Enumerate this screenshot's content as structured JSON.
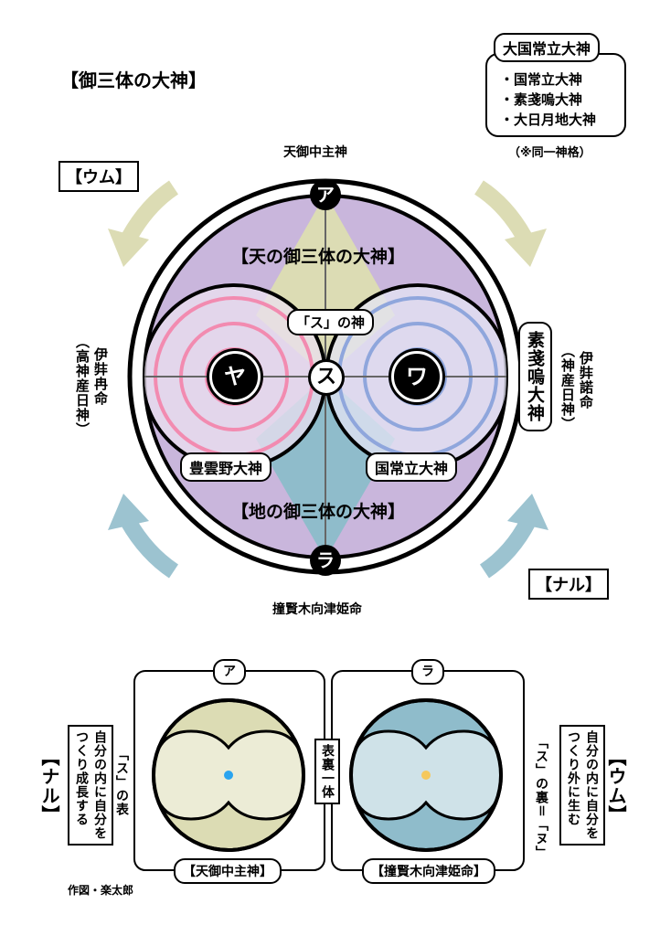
{
  "title": "【御三体の大神】",
  "legend": {
    "heading": "大国常立大神",
    "items": [
      "・国常立大神",
      "・素戔嗚大神",
      "・大日月地大神"
    ],
    "note": "（※同一神格）"
  },
  "top_label": "天御中主神",
  "bottom_label": "撞賢木向津姫命",
  "left_side": {
    "main": "伊弉冉命",
    "sub": "（高神産日神）"
  },
  "right_side": {
    "pill": "素戔嗚大神",
    "main": "伊弉諾命",
    "sub": "（神産日神）"
  },
  "um_label": "【ウム】",
  "naru_label": "【ナル】",
  "heaven_label": "【天の御三体の大神】",
  "earth_label": "【地の御三体の大神】",
  "su_god_label": "「ス」の神",
  "left_pill": "豊雲野大神",
  "right_pill": "国常立大神",
  "badges": {
    "a": "ア",
    "ra": "ラ",
    "ya": "ヤ",
    "su": "ス",
    "wa": "ワ"
  },
  "bottom": {
    "left": {
      "badge": "ア",
      "name": "【天御中主神】",
      "caption": "「ス」の表",
      "desc": "自分の内に自分をつくり成長する",
      "side": "【ナル】"
    },
    "right": {
      "badge": "ラ",
      "name": "【撞賢木向津姫命】",
      "caption": "「ス」の裏＝「ヌ」",
      "desc": "自分の内に自分をつくり外に生む",
      "side": "【ウム】"
    },
    "center": "表裏一体",
    "credit": "作図・楽太郎"
  },
  "colors": {
    "purple": "#c9b6dc",
    "khaki": "#dcdcb4",
    "teal": "#8fbccb",
    "pink": "#f28bb0",
    "blue": "#8fa6dc",
    "dot_left": "#2aa4ef",
    "dot_right": "#f5c85c"
  }
}
